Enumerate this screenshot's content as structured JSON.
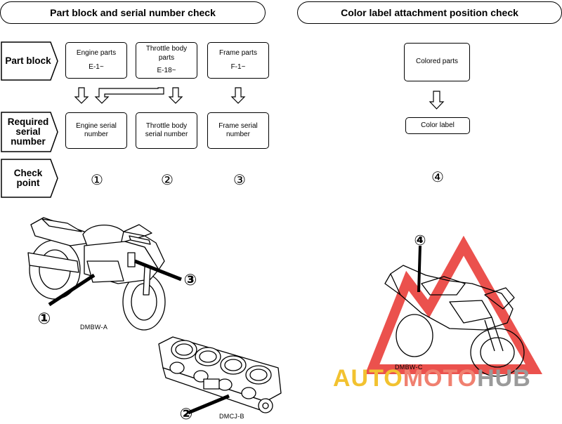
{
  "left": {
    "title": "Part block and serial number check",
    "rows": {
      "part_block": "Part block",
      "required_serial": [
        "Required",
        "serial",
        "number"
      ],
      "check_point": [
        "Check",
        "point"
      ]
    },
    "part_blocks": [
      {
        "lines": [
          "Engine parts"
        ],
        "code": "E-1~"
      },
      {
        "lines": [
          "Throttle body",
          "parts"
        ],
        "code": "E-18~"
      },
      {
        "lines": [
          "Frame parts"
        ],
        "code": "F-1~"
      }
    ],
    "serials": [
      [
        "Engine serial",
        "number"
      ],
      [
        "Throttle body",
        "serial number"
      ],
      [
        "Frame serial",
        "number"
      ]
    ],
    "check_points": [
      "①",
      "②",
      "③"
    ],
    "figures": {
      "motorcycle_caption": "DMBW-A",
      "throttle_caption": "DMCJ-B",
      "callout_1": "①",
      "callout_2": "②",
      "callout_3": "③"
    }
  },
  "right": {
    "title": "Color label attachment position check",
    "colored_parts": "Colored parts",
    "color_label": "Color label",
    "check_point": "④",
    "figure": {
      "caption": "DMBW-C",
      "callout_4": "④"
    }
  },
  "watermark": {
    "part1": "AUTO",
    "part2": "MOTO",
    "part3": "HUB",
    "colors": {
      "gold": "#f2c230",
      "orange": "#f08070",
      "gray": "#9a9a9a",
      "red": "#e8322e"
    }
  }
}
